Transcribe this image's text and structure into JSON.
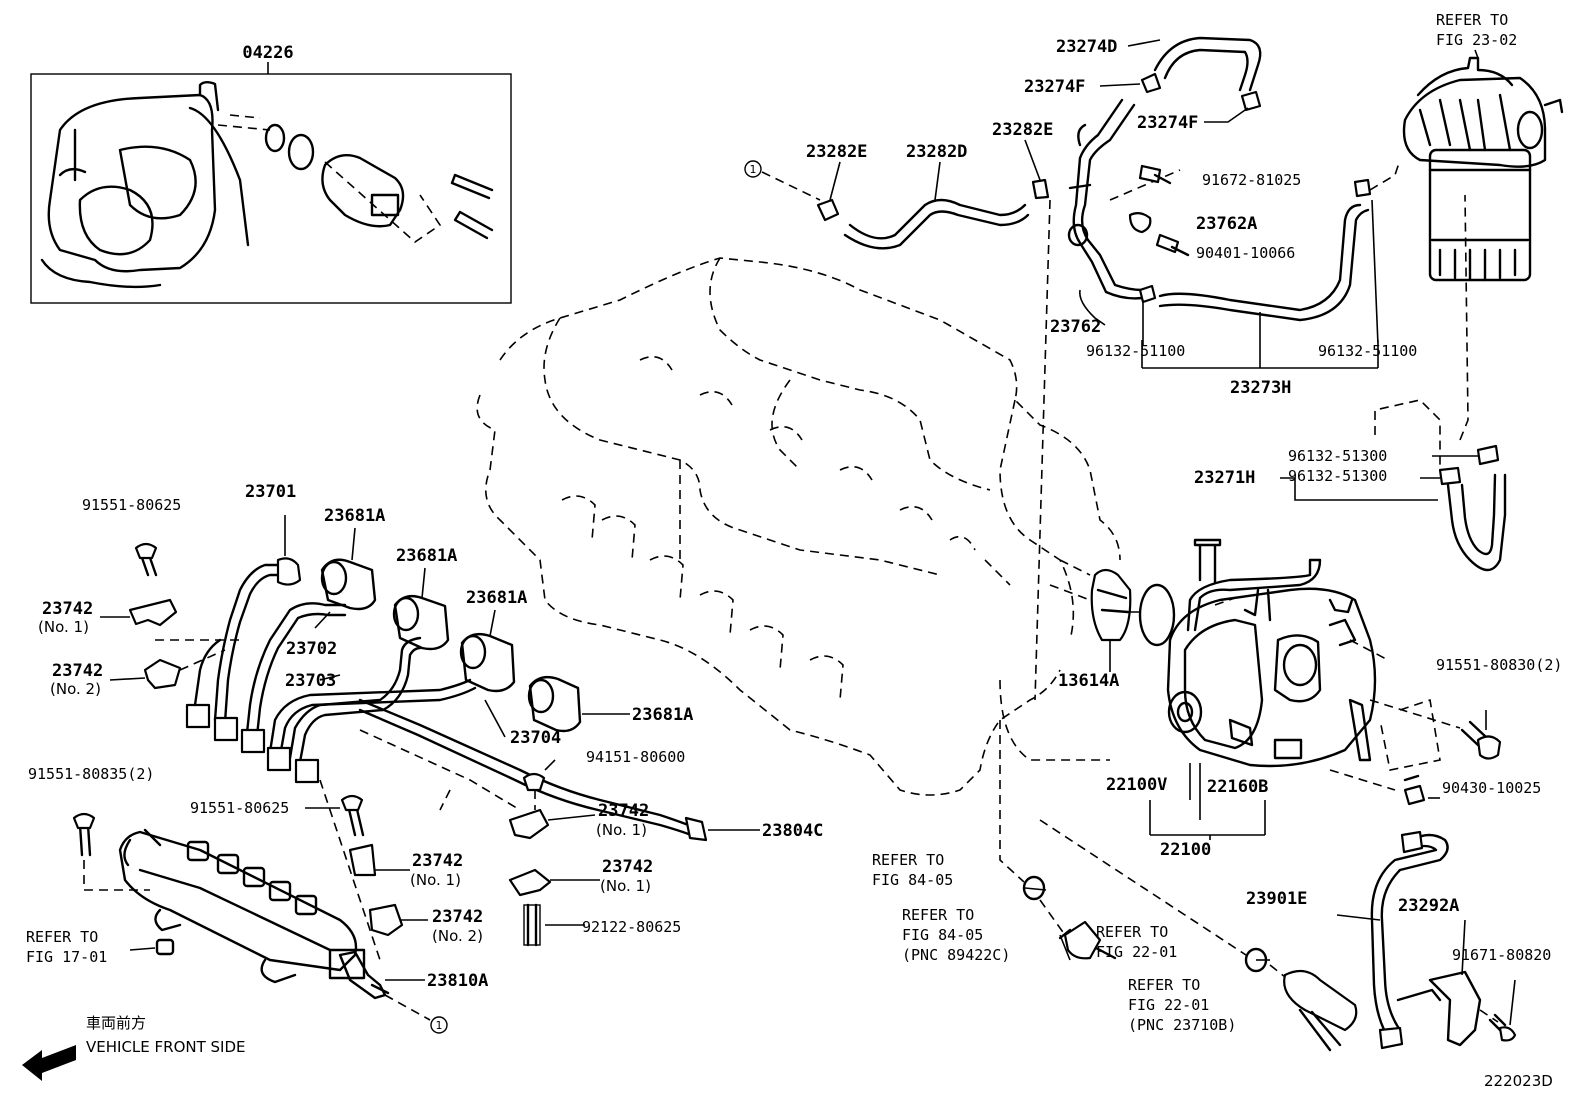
{
  "diagram_id": "222023D",
  "front_side": {
    "jp": "車両前方",
    "en": "VEHICLE FRONT SIDE"
  },
  "callout_marker": "1",
  "parts": {
    "p04226": "04226",
    "p23274D": "23274D",
    "p23274F_a": "23274F",
    "p23274F_b": "23274F",
    "p23282E_a": "23282E",
    "p23282E_b": "23282E",
    "p23282D": "23282D",
    "p91672": "91672-81025",
    "p23762A": "23762A",
    "p90401": "90401-10066",
    "p23762": "23762",
    "p96132_a": "96132-51100",
    "p96132_b": "96132-51100",
    "p23273H": "23273H",
    "p96132_c": "96132-51300",
    "p96132_d": "96132-51300",
    "p23271H": "23271H",
    "p91551_80830": "91551-80830(2)",
    "p90430": "90430-10025",
    "p13614A": "13614A",
    "p22100V": "22100V",
    "p22160B": "22160B",
    "p22100": "22100",
    "p23901E": "23901E",
    "p23292A": "23292A",
    "p91671": "91671-80820",
    "p23701": "23701",
    "p23681A_a": "23681A",
    "p23681A_b": "23681A",
    "p23681A_c": "23681A",
    "p23681A_d": "23681A",
    "p23702": "23702",
    "p23703": "23703",
    "p23704": "23704",
    "p91551_80625_a": "91551-80625",
    "p91551_80625_b": "91551-80625",
    "p23742_no1_a": "23742",
    "p23742_no2_a": "23742",
    "p23742_no1_b": "23742",
    "p23742_no1_c": "23742",
    "p23742_no1_d": "23742",
    "p23742_no2_b": "23742",
    "p91551_80835": "91551-80835(2)",
    "p94151": "94151-80600",
    "p23804C": "23804C",
    "p92122": "92122-80625",
    "p23810A": "23810A"
  },
  "sub": {
    "no1": "(No. 1)",
    "no2": "(No. 2)"
  },
  "refs": {
    "r23_02_a": "REFER TO",
    "r23_02_b": "FIG 23-02",
    "r84_05_a": "REFER TO",
    "r84_05_b": "FIG 84-05",
    "r84_05c_a": "REFER TO",
    "r84_05c_b": "FIG 84-05",
    "r84_05c_c": "(PNC 89422C)",
    "r22_01_a": "REFER TO",
    "r22_01_b": "FIG 22-01",
    "r22_01c_a": "REFER TO",
    "r22_01c_b": "FIG 22-01",
    "r22_01c_c": "(PNC 23710B)",
    "r17_01_a": "REFER TO",
    "r17_01_b": "FIG 17-01"
  }
}
